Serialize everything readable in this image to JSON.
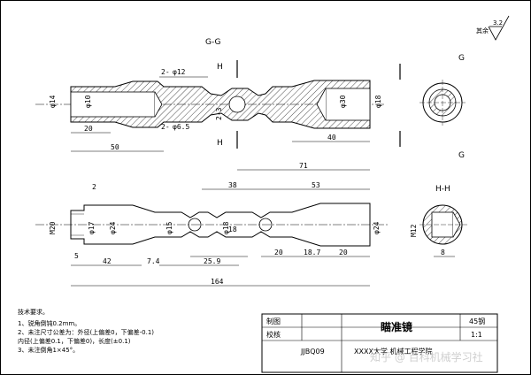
{
  "roughness": {
    "value": "3.2",
    "other": "其余"
  },
  "section_gg": {
    "title": "G-G",
    "cut_letter": "H",
    "view_letter": "G",
    "dims": {
      "d14": "φ14",
      "d10_left": "φ10",
      "d12": "φ12",
      "hole2_top": "2-",
      "d6_5": "φ6.5",
      "hole2_bottom": "2-",
      "d2_3": "2-3",
      "d10_right": "φ30",
      "d18_right": "φ18",
      "l20": "20",
      "l50": "50",
      "l40": "40",
      "l71": "71"
    }
  },
  "front_view": {
    "dims": {
      "l2": "2",
      "m20": "M20",
      "d17": "φ17",
      "d24_left": "φ24",
      "d15": "φ15",
      "d18": "φ18",
      "d24_right": "φ24",
      "l5": "5",
      "l42": "42",
      "l7_4": "7.4",
      "l25_9": "25.9",
      "l20a": "20",
      "l18_7": "18.7",
      "l20b": "20",
      "l38": "38",
      "l53": "53",
      "l18": "18",
      "l164": "164"
    }
  },
  "section_hh": {
    "title": "H-H",
    "thread": "M12",
    "l8": "8"
  },
  "notes": {
    "heading": "技术要求。",
    "lines": [
      "1、锐角倒钝0.2mm。",
      "2、未注尺寸公差为：外径(上偏差0，下偏差-0.1)",
      "内径(上偏差0.1，下偏差0)，长度(±0.1)",
      "3、未注倒角1×45°。"
    ]
  },
  "title_block": {
    "drafted": "制图",
    "checked": "校核",
    "part_name": "瞄准镜",
    "material": "45钢",
    "scale": "1:1",
    "drawing_no": "JJBQ09",
    "school": "XXXX大学 机械工程学院"
  },
  "watermark": "知乎 @ 百科机械学习社"
}
